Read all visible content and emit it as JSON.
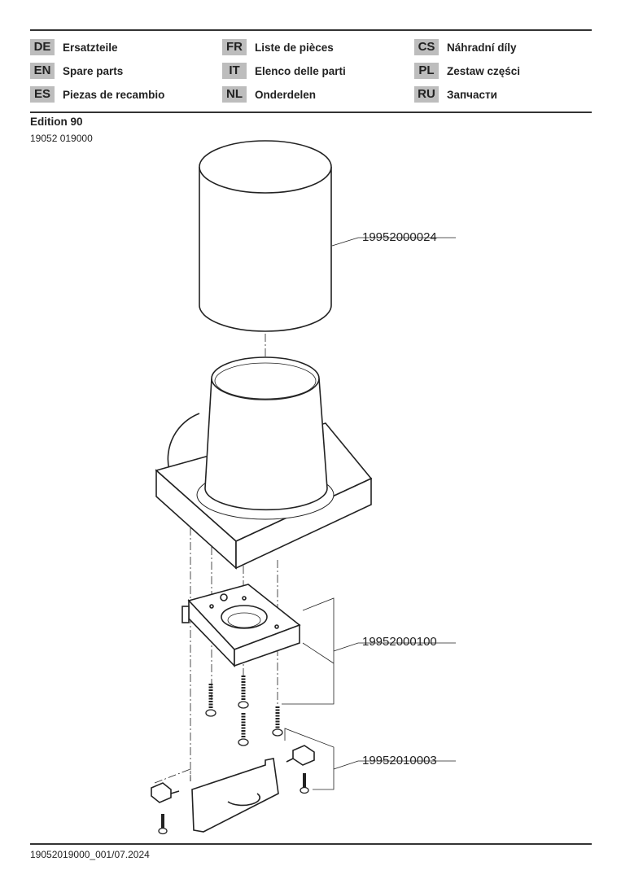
{
  "languages": [
    {
      "code": "DE",
      "label": "Ersatzteile"
    },
    {
      "code": "EN",
      "label": "Spare parts"
    },
    {
      "code": "ES",
      "label": "Piezas de recambio"
    },
    {
      "code": "FR",
      "label": "Liste de pièces"
    },
    {
      "code": "IT",
      "label": "Elenco delle parti"
    },
    {
      "code": "NL",
      "label": "Onderdelen"
    },
    {
      "code": "CS",
      "label": "Náhradní díly"
    },
    {
      "code": "PL",
      "label": "Zestaw części"
    },
    {
      "code": "RU",
      "label": "Запчасти"
    }
  ],
  "product": {
    "name": "Edition 90",
    "article_number": "19052 019000"
  },
  "parts": [
    {
      "number": "19952000024"
    },
    {
      "number": "19952000100"
    },
    {
      "number": "19952010003"
    }
  ],
  "footer": {
    "doc_id": "19052019000_001/07.2024"
  }
}
